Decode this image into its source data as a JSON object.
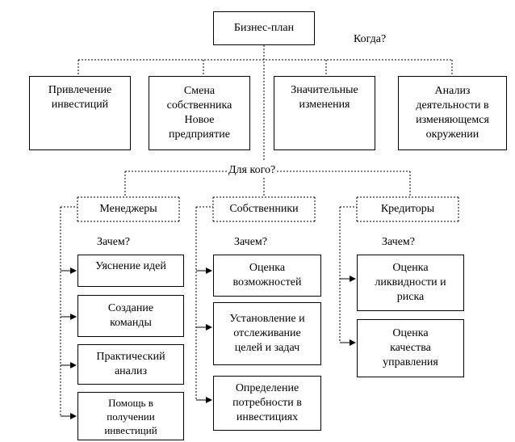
{
  "top": {
    "title": "Бизнес-план",
    "question": "Когда?"
  },
  "when_items": [
    "Привлечение\nинвестиций",
    "Смена\nсобственника\nНовое\nпредприятие",
    "Значительные\nизменения",
    "Анализ\nдеятельности в\nизменяющемся\nокружении"
  ],
  "for_whom": {
    "question": "Для кого?",
    "groups": [
      {
        "title": "Менеджеры",
        "why": "Зачем?",
        "items": [
          "Уяснение идей",
          "Создание\nкоманды",
          "Практический\nанализ",
          "Помощь в\nполучении\nинвестиций"
        ]
      },
      {
        "title": "Собственники",
        "why": "Зачем?",
        "items": [
          "Оценка\nвозможностей",
          "Установление и\nотслеживание\nцелей и задач",
          "Определение\nпотребности в\nинвестициях"
        ]
      },
      {
        "title": "Кредиторы",
        "why": "Зачем?",
        "items": [
          "Оценка\nликвидности и\nриска",
          "Оценка\nкачества\nуправления"
        ]
      }
    ]
  }
}
